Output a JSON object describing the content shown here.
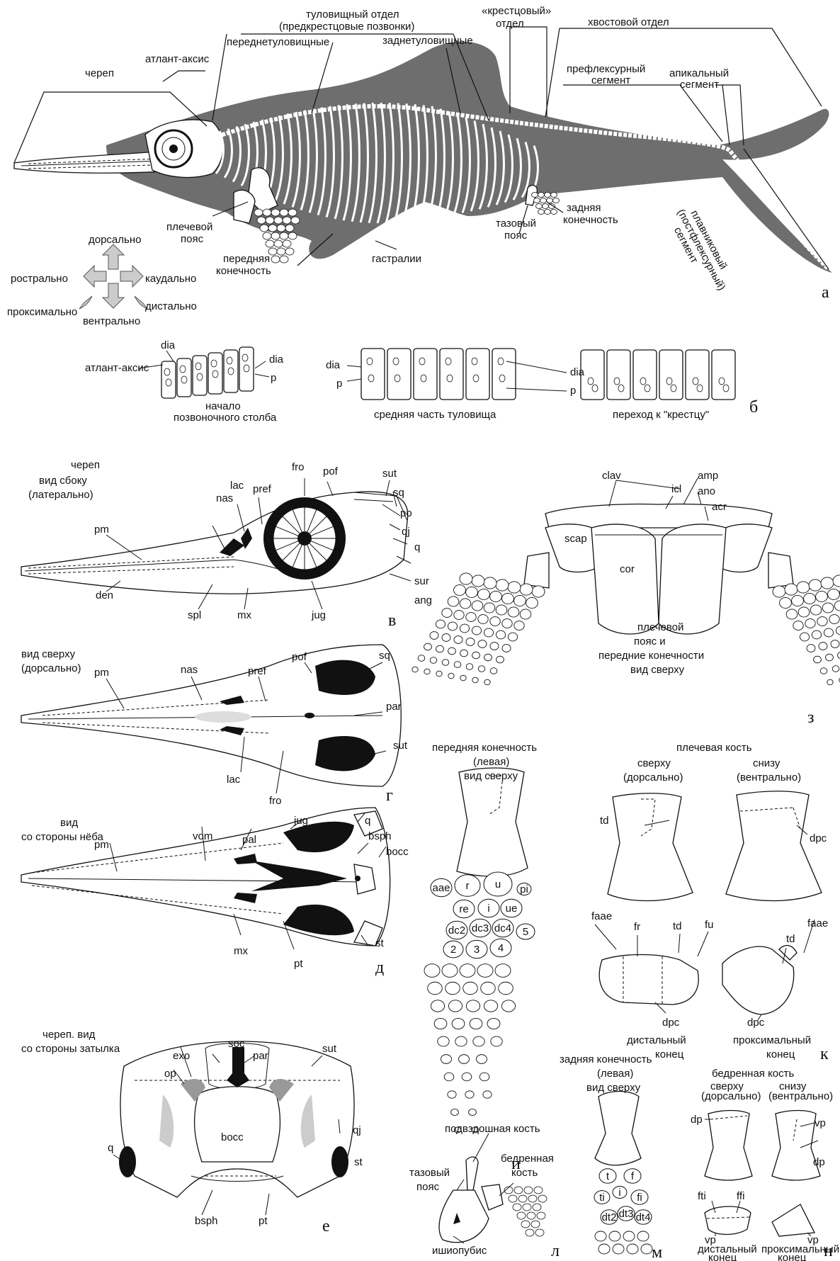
{
  "labels": {
    "top_trunk": "туловищный отдел",
    "top_trunk_sub": "(предкрестцовые позвонки)",
    "sacral": "«крестцовый»",
    "sacral2": "отдел",
    "tail": "хвостовой отдел",
    "anterior_trunk": "переднетуловищные",
    "posterior_trunk": "заднетуловищные",
    "skull": "череп",
    "atlas_axis": "атлант-аксис",
    "preflexural": "префлексурный",
    "preflexural2": "сегмент",
    "apical": "апикальный",
    "apical2": "сегмент",
    "fluke1": "плавниковый",
    "fluke2": "(постфлексурный)",
    "fluke3": "сегмент",
    "shoulder_girdle": "плечевой",
    "shoulder_girdle2": "пояс",
    "front_limb": "передняя",
    "front_limb2": "конечность",
    "gastralia": "гастралии",
    "pelvic": "тазовый",
    "pelvic2": "пояс",
    "hind_limb": "задняя",
    "hind_limb2": "конечность",
    "letter_a": "а",
    "dir_dorsal": "дорсально",
    "dir_rostral": "рострально",
    "dir_caudal": "каудально",
    "dir_proximal": "проксимально",
    "dir_distal": "дистально",
    "dir_ventral": "вентрально",
    "b_atlas": "атлант-аксис",
    "b_start1": "начало",
    "b_start2": "позвоночного столба",
    "b_mid": "средняя часть туловища",
    "b_trans": "переход к \"крестцу\"",
    "dia": "dia",
    "p": "p",
    "letter_b": "б",
    "v_title1": "череп",
    "v_title2": "вид сбоку",
    "v_title3": "(латерально)",
    "letter_v": "в",
    "g_title1": "вид сверху",
    "g_title2": "(дорсально)",
    "letter_g": "г",
    "d_title1": "вид",
    "d_title2": "со стороны нёба",
    "letter_d": "д",
    "e_title1": "череп. вид",
    "e_title2": "со стороны затылка",
    "letter_e": "е",
    "z_title1": "плечевой",
    "z_title2": "пояс и",
    "z_title3": "передние конечности",
    "z_title4": "вид сверху",
    "letter_z": "з",
    "i_title1": "передняя конечность",
    "i_title2": "(левая)",
    "i_title3": "вид сверху",
    "letter_i": "и",
    "k_title": "плечевая кость",
    "k_top1": "сверху",
    "k_top2": "(дорсально)",
    "k_bot1": "снизу",
    "k_bot2": "(вентрально)",
    "k_dist1": "дистальный",
    "k_dist2": "конец",
    "k_prox1": "проксимальный",
    "k_prox2": "конец",
    "letter_k": "к",
    "l_ilium": "подвздошная кость",
    "l_pelvic1": "тазовый",
    "l_pelvic2": "пояс",
    "l_femur1": "бедренная",
    "l_femur2": "кость",
    "l_ischio": "ишиопубис",
    "letter_l": "л",
    "m_title1": "задняя конечность",
    "m_title2": "(левая)",
    "m_title3": "вид сверху",
    "letter_m": "м",
    "n_title": "бедренная кость",
    "n_top1": "сверху",
    "n_top2": "(дорсально)",
    "n_bot1": "снизу",
    "n_bot2": "(вентрально)",
    "n_dist1": "дистальный",
    "n_dist2": "конец",
    "n_prox1": "проксимальный",
    "n_prox2": "конец",
    "letter_n": "н"
  },
  "abbr": {
    "pm": "pm",
    "den": "den",
    "spl": "spl",
    "mx": "mx",
    "jug": "jug",
    "nas": "nas",
    "lac": "lac",
    "pref": "pref",
    "fro": "fro",
    "pof": "pof",
    "sut": "sut",
    "sq": "sq",
    "po": "po",
    "qj": "qj",
    "q": "q",
    "sur": "sur",
    "ang": "ang",
    "par": "par",
    "vom": "vom",
    "pal": "pal",
    "bsph": "bsph",
    "bocc": "bocc",
    "st": "st",
    "pt": "pt",
    "soc": "soc",
    "exo": "exo",
    "op": "op",
    "clav": "clav",
    "icl": "icl",
    "amp": "amp",
    "ano": "ano",
    "acr": "acr",
    "scap": "scap",
    "cor": "cor",
    "aae": "aae",
    "r": "r",
    "u": "u",
    "pi": "pi",
    "re": "re",
    "i": "i",
    "ue": "ue",
    "dc2": "dc2",
    "dc3": "dc3",
    "dc4": "dc4",
    "n5": "5",
    "n2": "2",
    "n3": "3",
    "n4": "4",
    "td": "td",
    "dpc": "dpc",
    "faae": "faae",
    "fr": "fr",
    "fu": "fu",
    "t": "t",
    "f": "f",
    "ti": "ti",
    "fi": "fi",
    "dt2": "dt2",
    "dt3": "dt3",
    "dt4": "dt4",
    "dp": "dp",
    "vp": "vp",
    "fti": "fti",
    "ffi": "ffi"
  }
}
